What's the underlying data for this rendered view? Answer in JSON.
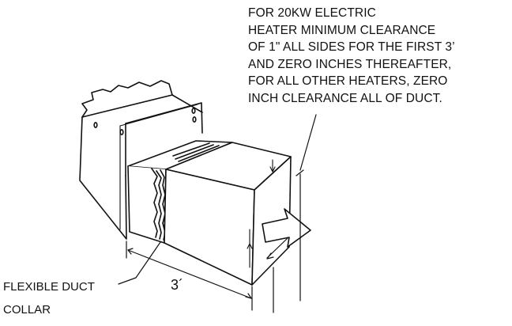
{
  "note": {
    "lines": [
      "FOR 20KW ELECTRIC",
      "HEATER MINIMUM CLEARANCE",
      "OF 1\" ALL SIDES FOR THE FIRST 3’",
      "AND ZERO INCHES THEREAFTER,",
      "FOR ALL OTHER HEATERS, ZERO",
      "INCH CLEARANCE ALL OF DUCT."
    ]
  },
  "collar_label": {
    "lines": [
      "FLEXIBLE DUCT",
      "COLLAR"
    ]
  },
  "dimension_label": "3´",
  "colors": {
    "line": "#111111",
    "background": "#ffffff"
  }
}
